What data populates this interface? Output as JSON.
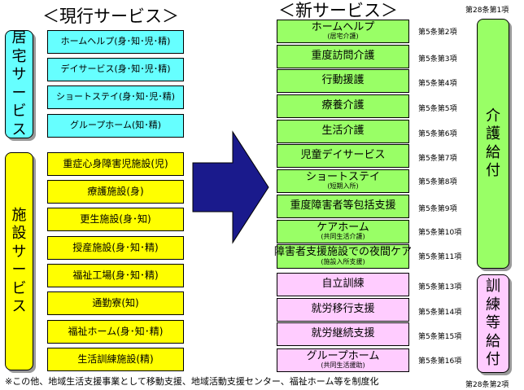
{
  "current": {
    "title": "＜現行サービス＞",
    "home_label": [
      "居",
      "宅",
      "サ",
      "ー",
      "ビ",
      "ス"
    ],
    "facility_label": [
      "施",
      "設",
      "サ",
      "ー",
      "ビ",
      "ス"
    ],
    "home_items": [
      "ホームヘルプ(身･知･児･精)",
      "デイサービス(身･知･児･精)",
      "ショートステイ(身･知･児･精)",
      "グループホーム(知･精)"
    ],
    "facility_items": [
      "重症心身障害児施設(児)",
      "療護施設(身)",
      "更生施設(身･知)",
      "授産施設(身･知･精)",
      "福祉工場(身･知･精)",
      "通勤寮(知)",
      "福祉ホーム(身･知･精)",
      "生活訓練施設(精)"
    ]
  },
  "new": {
    "title": "＜新サービス＞",
    "care_items": [
      {
        "label": "ホームヘルプ",
        "sub": "(居宅介護)",
        "code": "第5条第2項"
      },
      {
        "label": "重度訪問介護",
        "sub": "",
        "code": "第5条第3項"
      },
      {
        "label": "行動援護",
        "sub": "",
        "code": "第5条第4項"
      },
      {
        "label": "療養介護",
        "sub": "",
        "code": "第5条第5項"
      },
      {
        "label": "生活介護",
        "sub": "",
        "code": "第5条第6項"
      },
      {
        "label": "児童デイサービス",
        "sub": "",
        "code": "第5条第7項"
      },
      {
        "label": "ショートステイ",
        "sub": "(短期入所)",
        "code": "第5条第8項"
      },
      {
        "label": "重度障害者等包括支援",
        "sub": "",
        "code": "第5条第9項"
      },
      {
        "label": "ケアホーム",
        "sub": "(共同生活介護)",
        "code": "第5条第10項"
      },
      {
        "label": "障害者支援施設での夜間ケア",
        "sub": "(施設入所支援)",
        "code": "第5条第11項"
      }
    ],
    "training_items": [
      {
        "label": "自立訓練",
        "sub": "",
        "code": "第5条第13項"
      },
      {
        "label": "就労移行支援",
        "sub": "",
        "code": "第5条第14項"
      },
      {
        "label": "就労継続支援",
        "sub": "",
        "code": "第5条第15項"
      },
      {
        "label": "グループホーム",
        "sub": "(共同生活援助)",
        "code": "第5条第16項"
      }
    ],
    "care_benefit": [
      "介",
      "護",
      "給",
      "付"
    ],
    "training_benefit": [
      "訓",
      "練",
      "等",
      "給",
      "付"
    ],
    "care_ref": "第28条第1項",
    "training_ref": "第28条第2項"
  },
  "footnote": "※この他、地域生活支援事業として移動支援、地域活動支援センター、福祉ホーム等を制度化"
}
